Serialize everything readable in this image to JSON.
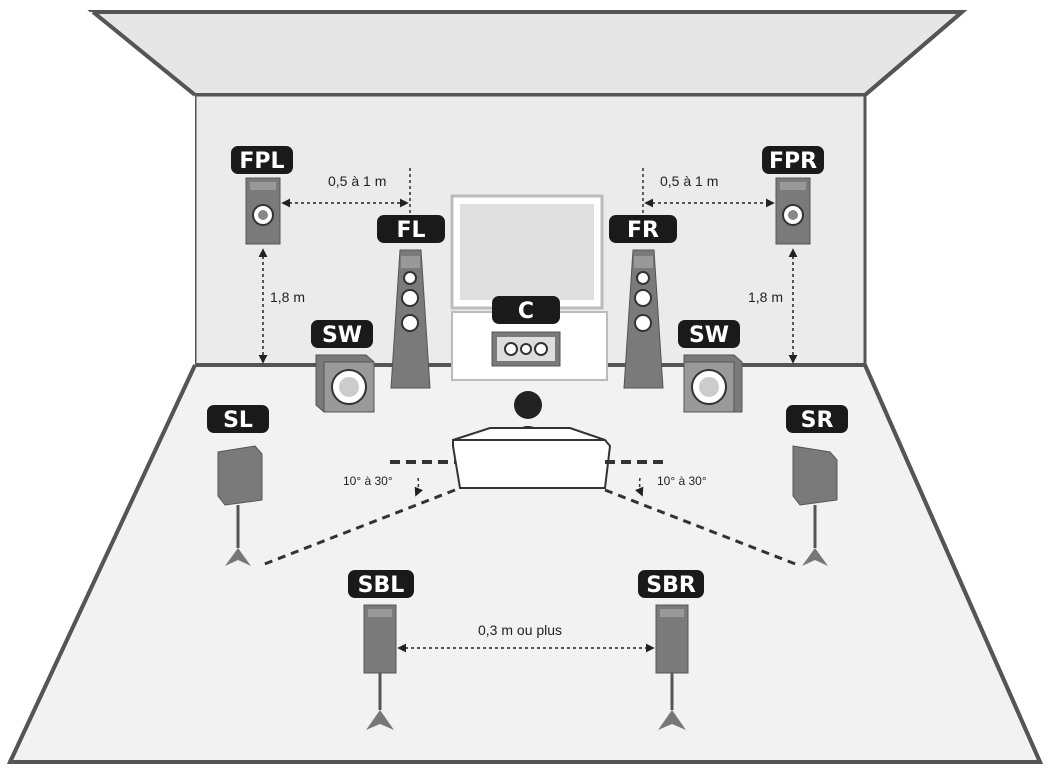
{
  "labels": {
    "fpl": "FPL",
    "fpr": "FPR",
    "fl": "FL",
    "fr": "FR",
    "c": "C",
    "sw_left": "SW",
    "sw_right": "SW",
    "sl": "SL",
    "sr": "SR",
    "sbl": "SBL",
    "sbr": "SBR"
  },
  "measurements": {
    "front_presence_left_gap": "0,5 à 1 m",
    "front_presence_right_gap": "0,5 à 1 m",
    "presence_height_left": "1,8 m",
    "presence_height_right": "1,8 m",
    "surround_angle_left": "10° à 30°",
    "surround_angle_right": "10° à 30°",
    "surround_back_gap": "0,3 m ou plus"
  },
  "colors": {
    "label_bg": "#1a1a1a",
    "speaker": "#7a7a7a",
    "speaker_light": "#bdbdbd",
    "wall": "#e8e8e8",
    "line": "#555555"
  }
}
